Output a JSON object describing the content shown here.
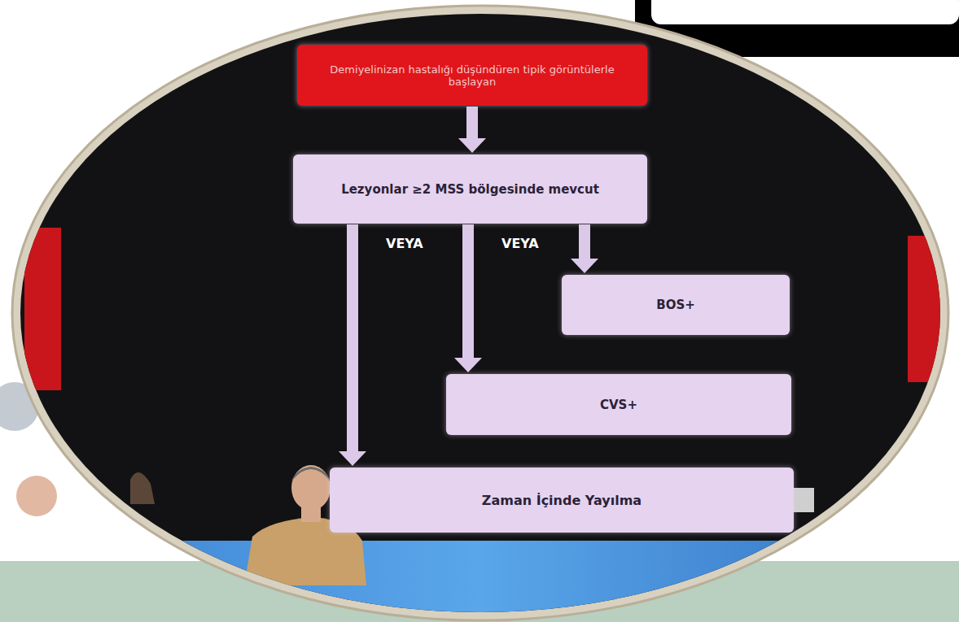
{
  "diagram": {
    "nodes": [
      {
        "text": [
          "Demiyelinizan hastalığı düşündüren tipik görüntülerle başlayan"
        ]
      },
      {
        "text": [
          "Lezyonlar ≥2 MSS bölgesinde mevcut"
        ]
      },
      {
        "text": [
          "BOS+"
        ]
      },
      {
        "text": [
          "CVS+"
        ]
      },
      {
        "text": [
          "Zaman İçinde Yayılma"
        ]
      }
    ],
    "edges": [
      {
        "from": 0,
        "to": 1,
        "arrow": "to"
      },
      {
        "from": 1,
        "to": 2,
        "arrow": "to"
      },
      {
        "from": 1,
        "to": 3,
        "arrow": "to"
      },
      {
        "from": 1,
        "to": 4,
        "arrow": "to"
      }
    ],
    "labels": [
      "VEYA",
      "VEYA"
    ]
  }
}
